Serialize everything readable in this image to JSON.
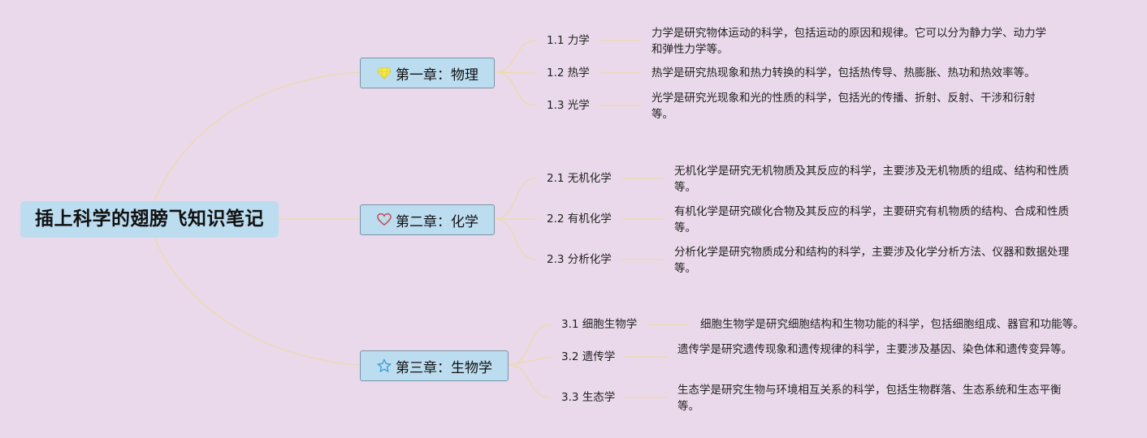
{
  "root": {
    "title": "插上科学的翅膀飞知识笔记"
  },
  "chapters": [
    {
      "title": "第一章：物理",
      "icon": "diamond-icon",
      "topics": [
        {
          "label": "1.1 力学",
          "desc": "力学是研究物体运动的科学，包括运动的原因和规律。它可以分为静力学、动力学和弹性力学等。"
        },
        {
          "label": "1.2 热学",
          "desc": "热学是研究热现象和热力转换的科学，包括热传导、热膨胀、热功和热效率等。"
        },
        {
          "label": "1.3 光学",
          "desc": "光学是研究光现象和光的性质的科学，包括光的传播、折射、反射、干涉和衍射等。"
        }
      ]
    },
    {
      "title": "第二章：化学",
      "icon": "heart-icon",
      "topics": [
        {
          "label": "2.1 无机化学",
          "desc": "无机化学是研究无机物质及其反应的科学，主要涉及无机物质的组成、结构和性质等。"
        },
        {
          "label": "2.2 有机化学",
          "desc": "有机化学是研究碳化合物及其反应的科学，主要研究有机物质的结构、合成和性质等。"
        },
        {
          "label": "2.3 分析化学",
          "desc": "分析化学是研究物质成分和结构的科学，主要涉及化学分析方法、仪器和数据处理等。"
        }
      ]
    },
    {
      "title": "第三章：生物学",
      "icon": "star-icon",
      "topics": [
        {
          "label": "3.1 细胞生物学",
          "desc": "细胞生物学是研究细胞结构和生物功能的科学，包括细胞组成、器官和功能等。"
        },
        {
          "label": "3.2 遗传学",
          "desc": "遗传学是研究遗传现象和遗传规律的科学，主要涉及基因、染色体和遗传变异等。"
        },
        {
          "label": "3.3 生态学",
          "desc": "生态学是研究生物与环境相互关系的科学，包括生物群落、生态系统和生态平衡等。"
        }
      ]
    }
  ],
  "colors": {
    "background": "#ead9ea",
    "node_fill": "#bcdcef",
    "node_border": "#7895a8",
    "connector": "#ecd9b6",
    "diamond": "#f3e94a",
    "heart": "#c84a4a",
    "star": "#3a9fd8"
  }
}
